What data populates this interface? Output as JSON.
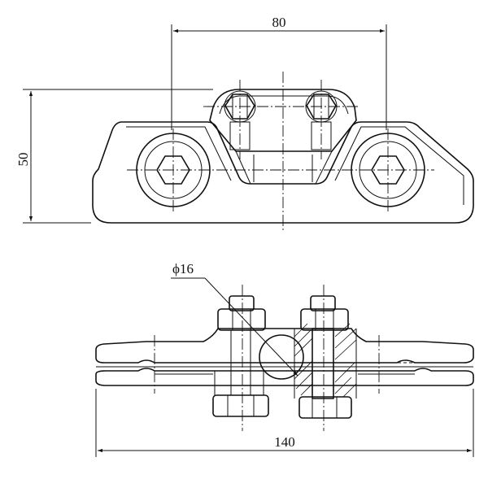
{
  "dimensions": {
    "top_width": "80",
    "top_height": "50",
    "diameter": "ϕ16",
    "bottom_width": "140"
  }
}
